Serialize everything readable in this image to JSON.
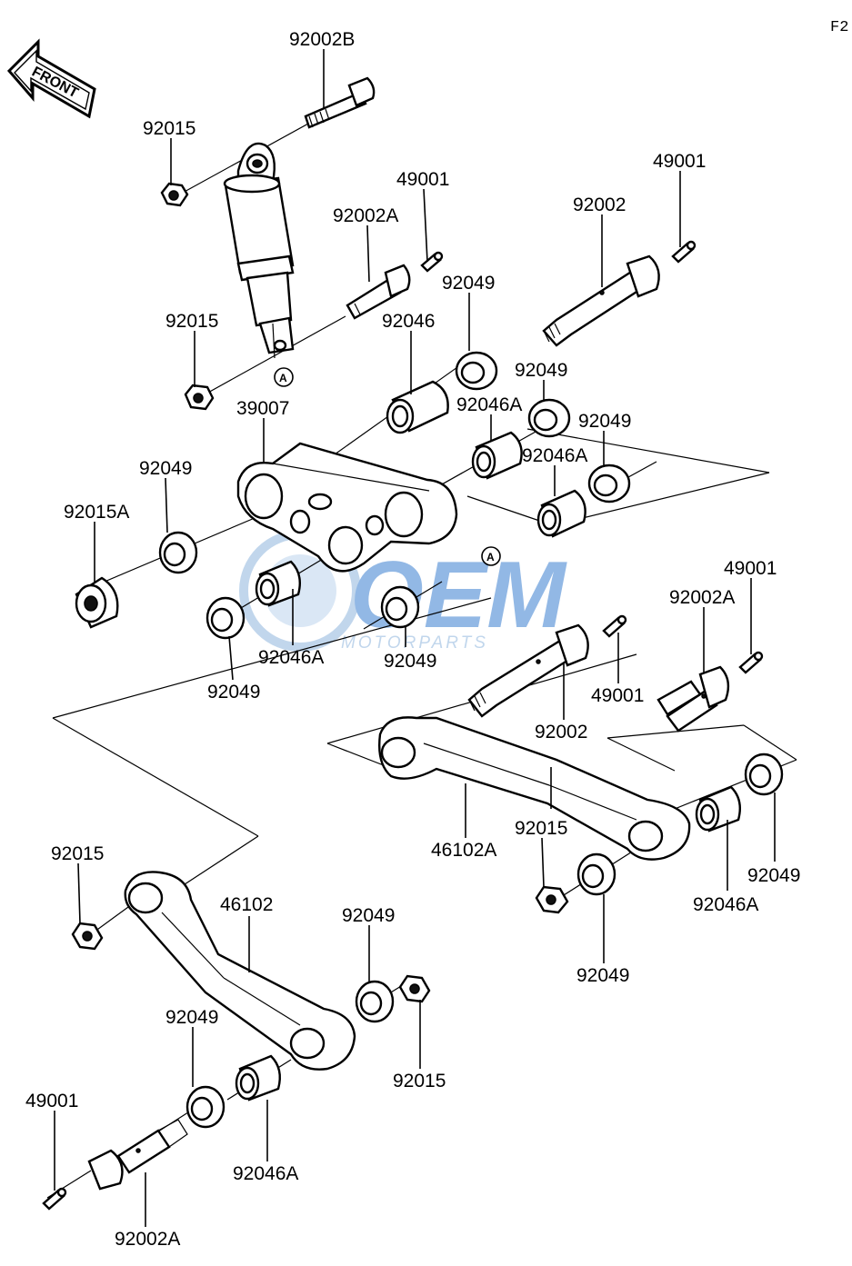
{
  "corner_code": "F2",
  "front_label": "FRONT",
  "ref_marks": [
    "A",
    "A"
  ],
  "watermark": {
    "main": "OEM",
    "sub": "MOTORPARTS"
  },
  "labels": {
    "l01": "92002B",
    "l02": "92015",
    "l03": "49001",
    "l04": "49001",
    "l05": "92002A",
    "l06": "92002",
    "l07": "92015",
    "l08": "92049",
    "l09": "92046",
    "l10": "92049",
    "l11": "39007",
    "l12": "92046A",
    "l13": "92049",
    "l14": "92049",
    "l15": "92046A",
    "l16": "92015A",
    "l17": "49001",
    "l18": "92002A",
    "l19": "92046A",
    "l20": "92049",
    "l21": "49001",
    "l22": "92049",
    "l23": "92002",
    "l24": "92015",
    "l25": "46102A",
    "l26": "92049",
    "l27": "92046A",
    "l28": "92015",
    "l29": "46102",
    "l30": "92049",
    "l31": "92049",
    "l32": "92049",
    "l33": "92015",
    "l34": "49001",
    "l35": "92046A",
    "l36": "92002A"
  },
  "colors": {
    "ink": "#000000",
    "watermark_blue": "#3a7fd0",
    "watermark_light": "#8fb6de"
  }
}
